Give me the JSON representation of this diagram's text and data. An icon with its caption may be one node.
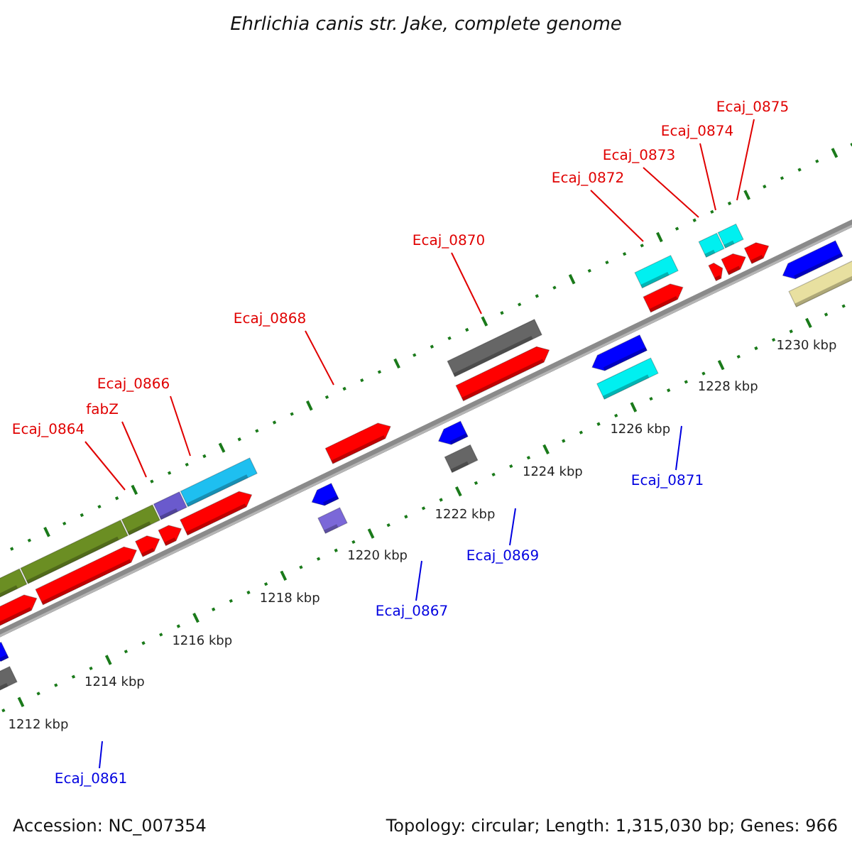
{
  "diagram": {
    "title": "Ehrlichia canis str. Jake, complete genome",
    "nodes": [
      {
        "text": [
          "Ecaj_0875"
        ]
      },
      {
        "text": [
          "Ecaj_0874"
        ]
      },
      {
        "text": [
          "Ecaj_0873"
        ]
      },
      {
        "text": [
          "Ecaj_0872"
        ]
      },
      {
        "text": [
          "Ecaj_0870"
        ]
      },
      {
        "text": [
          "Ecaj_0868"
        ]
      },
      {
        "text": [
          "Ecaj_0866"
        ]
      },
      {
        "text": [
          "fabZ"
        ]
      },
      {
        "text": [
          "Ecaj_0864"
        ]
      },
      {
        "text": [
          "Ecaj_0871"
        ]
      },
      {
        "text": [
          "Ecaj_0869"
        ]
      },
      {
        "text": [
          "Ecaj_0867"
        ]
      },
      {
        "text": [
          "Ecaj_0861"
        ]
      }
    ],
    "edges": [
      {
        "from": 0,
        "to": null,
        "arrow": "none"
      },
      {
        "from": 1,
        "to": null,
        "arrow": "none"
      },
      {
        "from": 2,
        "to": null,
        "arrow": "none"
      },
      {
        "from": 3,
        "to": null,
        "arrow": "none"
      },
      {
        "from": 4,
        "to": null,
        "arrow": "none"
      },
      {
        "from": 5,
        "to": null,
        "arrow": "none"
      },
      {
        "from": 6,
        "to": null,
        "arrow": "none"
      },
      {
        "from": 7,
        "to": null,
        "arrow": "none"
      },
      {
        "from": 8,
        "to": null,
        "arrow": "none"
      },
      {
        "from": 9,
        "to": null,
        "arrow": "none",
        "color": "#0000e0"
      },
      {
        "from": 10,
        "to": null,
        "arrow": "none",
        "color": "#0000e0"
      },
      {
        "from": 11,
        "to": null,
        "arrow": "none",
        "color": "#0000e0"
      },
      {
        "from": 12,
        "to": null,
        "arrow": "none",
        "color": "#0000e0"
      }
    ],
    "labels": [
      "1212 kbp",
      "1214 kbp",
      "1216 kbp",
      "1218 kbp",
      "1220 kbp",
      "1222 kbp",
      "1224 kbp",
      "1226 kbp",
      "1228 kbp",
      "1230 kbp",
      "Accession: NC_007354",
      "Topology: circular; Length: 1,315,030 bp; Genes: 966"
    ]
  }
}
